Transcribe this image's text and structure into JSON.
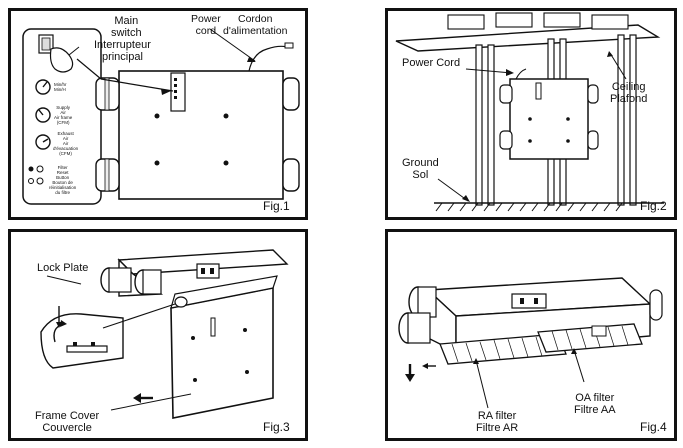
{
  "fig1": {
    "caption": "Fig.1",
    "main_switch": {
      "line1": "Main",
      "line2": "switch"
    },
    "interrupteur": {
      "line1": "Interrupteur",
      "line2": "principal"
    },
    "power_cord": {
      "line1": "Power",
      "line2": "cord"
    },
    "cordon": {
      "line1": "Cordon",
      "line2": "d'alimentation"
    },
    "dial_min": {
      "line1": "Min/hr",
      "line2": "Min/H"
    },
    "dial_supply": {
      "line1": "Supply",
      "line2": "Air",
      "line3": "Air frame",
      "line4": "(CFM)"
    },
    "dial_exhaust": {
      "line1": "Exhaust",
      "line2": "Air",
      "line3": "Air",
      "line4": "d'évacuation",
      "line5": "(CFM)"
    },
    "filter_reset": {
      "line1": "Filter",
      "line2": "Reset",
      "line3": "Button",
      "line4": "Bouton de",
      "line5": "réinitialisation",
      "line6": "du filtre"
    }
  },
  "fig2": {
    "caption": "Fig.2",
    "power_cord": "Power Cord",
    "ceiling": {
      "line1": "Ceiling",
      "line2": "Plafond"
    },
    "ground": {
      "line1": "Ground",
      "line2": "Sol"
    }
  },
  "fig3": {
    "caption": "Fig.3",
    "lock_plate": "Lock Plate",
    "frame_cover": {
      "line1": "Frame Cover",
      "line2": "Couvercle"
    }
  },
  "fig4": {
    "caption": "Fig.4",
    "ra_filter": {
      "line1": "RA filter",
      "line2": "Filtre AR"
    },
    "oa_filter": {
      "line1": "OA filter",
      "line2": "Filtre AA"
    }
  },
  "colors": {
    "ink": "#111111",
    "paper": "#ffffff",
    "shade": "#cfcfcf"
  }
}
